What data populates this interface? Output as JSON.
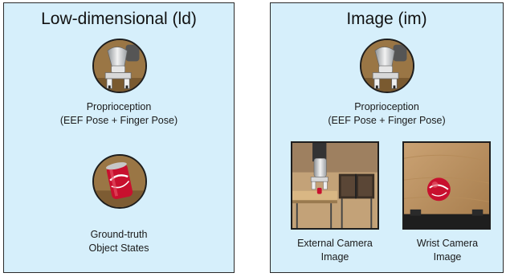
{
  "ld": {
    "title": "Low-dimensional (ld)",
    "proprio_line1": "Proprioception",
    "proprio_line2": "(EEF Pose + Finger Pose)",
    "object_line1": "Ground-truth",
    "object_line2": "Object States"
  },
  "im": {
    "title": "Image (im)",
    "proprio_line1": "Proprioception",
    "proprio_line2": "(EEF Pose + Finger Pose)",
    "external_line1": "External Camera",
    "external_line2": "Image",
    "wrist_line1": "Wrist Camera",
    "wrist_line2": "Image"
  },
  "colors": {
    "panel_fill": "#d6effb",
    "panel_border": "#2a2a2a",
    "can_red": "#c8102e"
  },
  "icons": [
    "robot-gripper-icon",
    "soda-can-icon",
    "external-camera-view",
    "wrist-camera-view"
  ]
}
